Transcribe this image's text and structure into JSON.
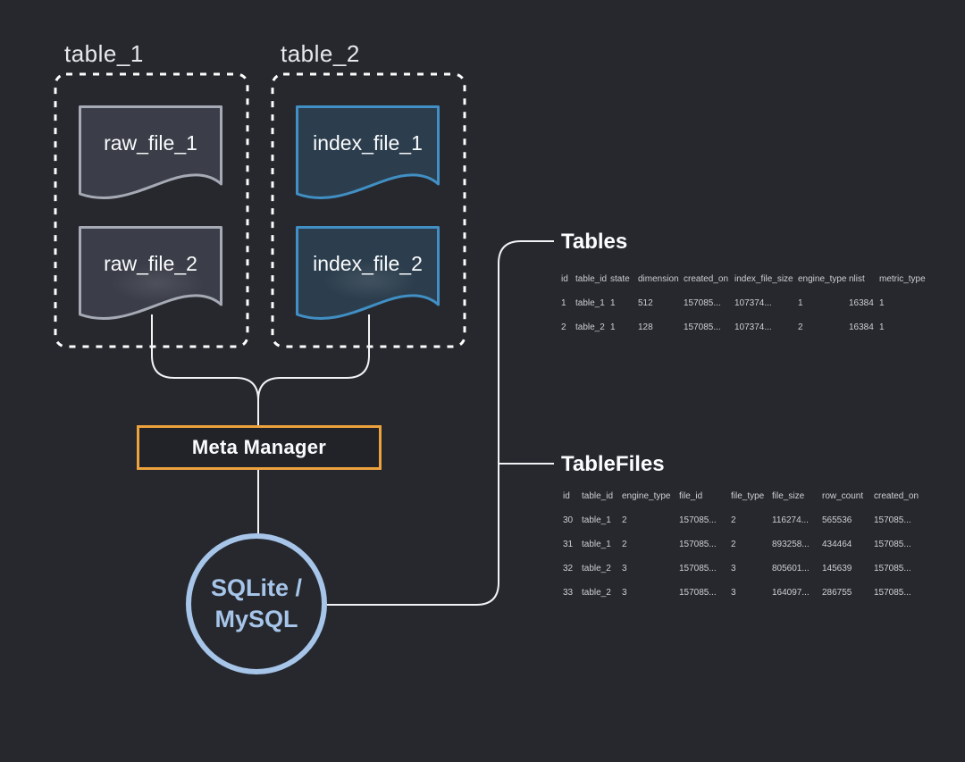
{
  "diagram": {
    "groups": [
      {
        "label": "table_1",
        "files": [
          {
            "label": "raw_file_1"
          },
          {
            "label": "raw_file_2"
          }
        ]
      },
      {
        "label": "table_2",
        "files": [
          {
            "label": "index_file_1"
          },
          {
            "label": "index_file_2"
          }
        ]
      }
    ],
    "meta_manager": {
      "label": "Meta Manager"
    },
    "database": {
      "line1": "SQLite /",
      "line2": "MySQL"
    }
  },
  "tables_panel": {
    "title": "Tables",
    "columns": [
      "id",
      "table_id",
      "state",
      "dimension",
      "created_on",
      "index_file_size",
      "engine_type",
      "nlist",
      "metric_type"
    ],
    "rows": [
      [
        "1",
        "table_1",
        "1",
        "512",
        "157085...",
        "107374...",
        "1",
        "16384",
        "1"
      ],
      [
        "2",
        "table_2",
        "1",
        "128",
        "157085...",
        "107374...",
        "2",
        "16384",
        "1"
      ]
    ]
  },
  "tablefiles_panel": {
    "title": "TableFiles",
    "columns": [
      "id",
      "table_id",
      "engine_type",
      "file_id",
      "file_type",
      "file_size",
      "row_count",
      "created_on"
    ],
    "rows": [
      [
        "30",
        "table_1",
        "2",
        "157085...",
        "2",
        "116274...",
        "565536",
        "157085..."
      ],
      [
        "31",
        "table_1",
        "2",
        "157085...",
        "2",
        "893258...",
        "434464",
        "157085..."
      ],
      [
        "32",
        "table_2",
        "3",
        "157085...",
        "3",
        "805601...",
        "145639",
        "157085..."
      ],
      [
        "33",
        "table_2",
        "3",
        "157085...",
        "3",
        "164097...",
        "286755",
        "157085..."
      ]
    ]
  },
  "colors": {
    "background": "#26282E",
    "raw_file_fill": "#3B3E48",
    "raw_file_border": "#A6AAB4",
    "index_file_fill": "#2C3E4D",
    "index_file_border": "#418FC4",
    "meta_manager_border": "#ECA23D",
    "database_circle": "#A6C5E9",
    "connector_line": "#F2F3F5",
    "dashed_border": "#FDFDFD"
  }
}
